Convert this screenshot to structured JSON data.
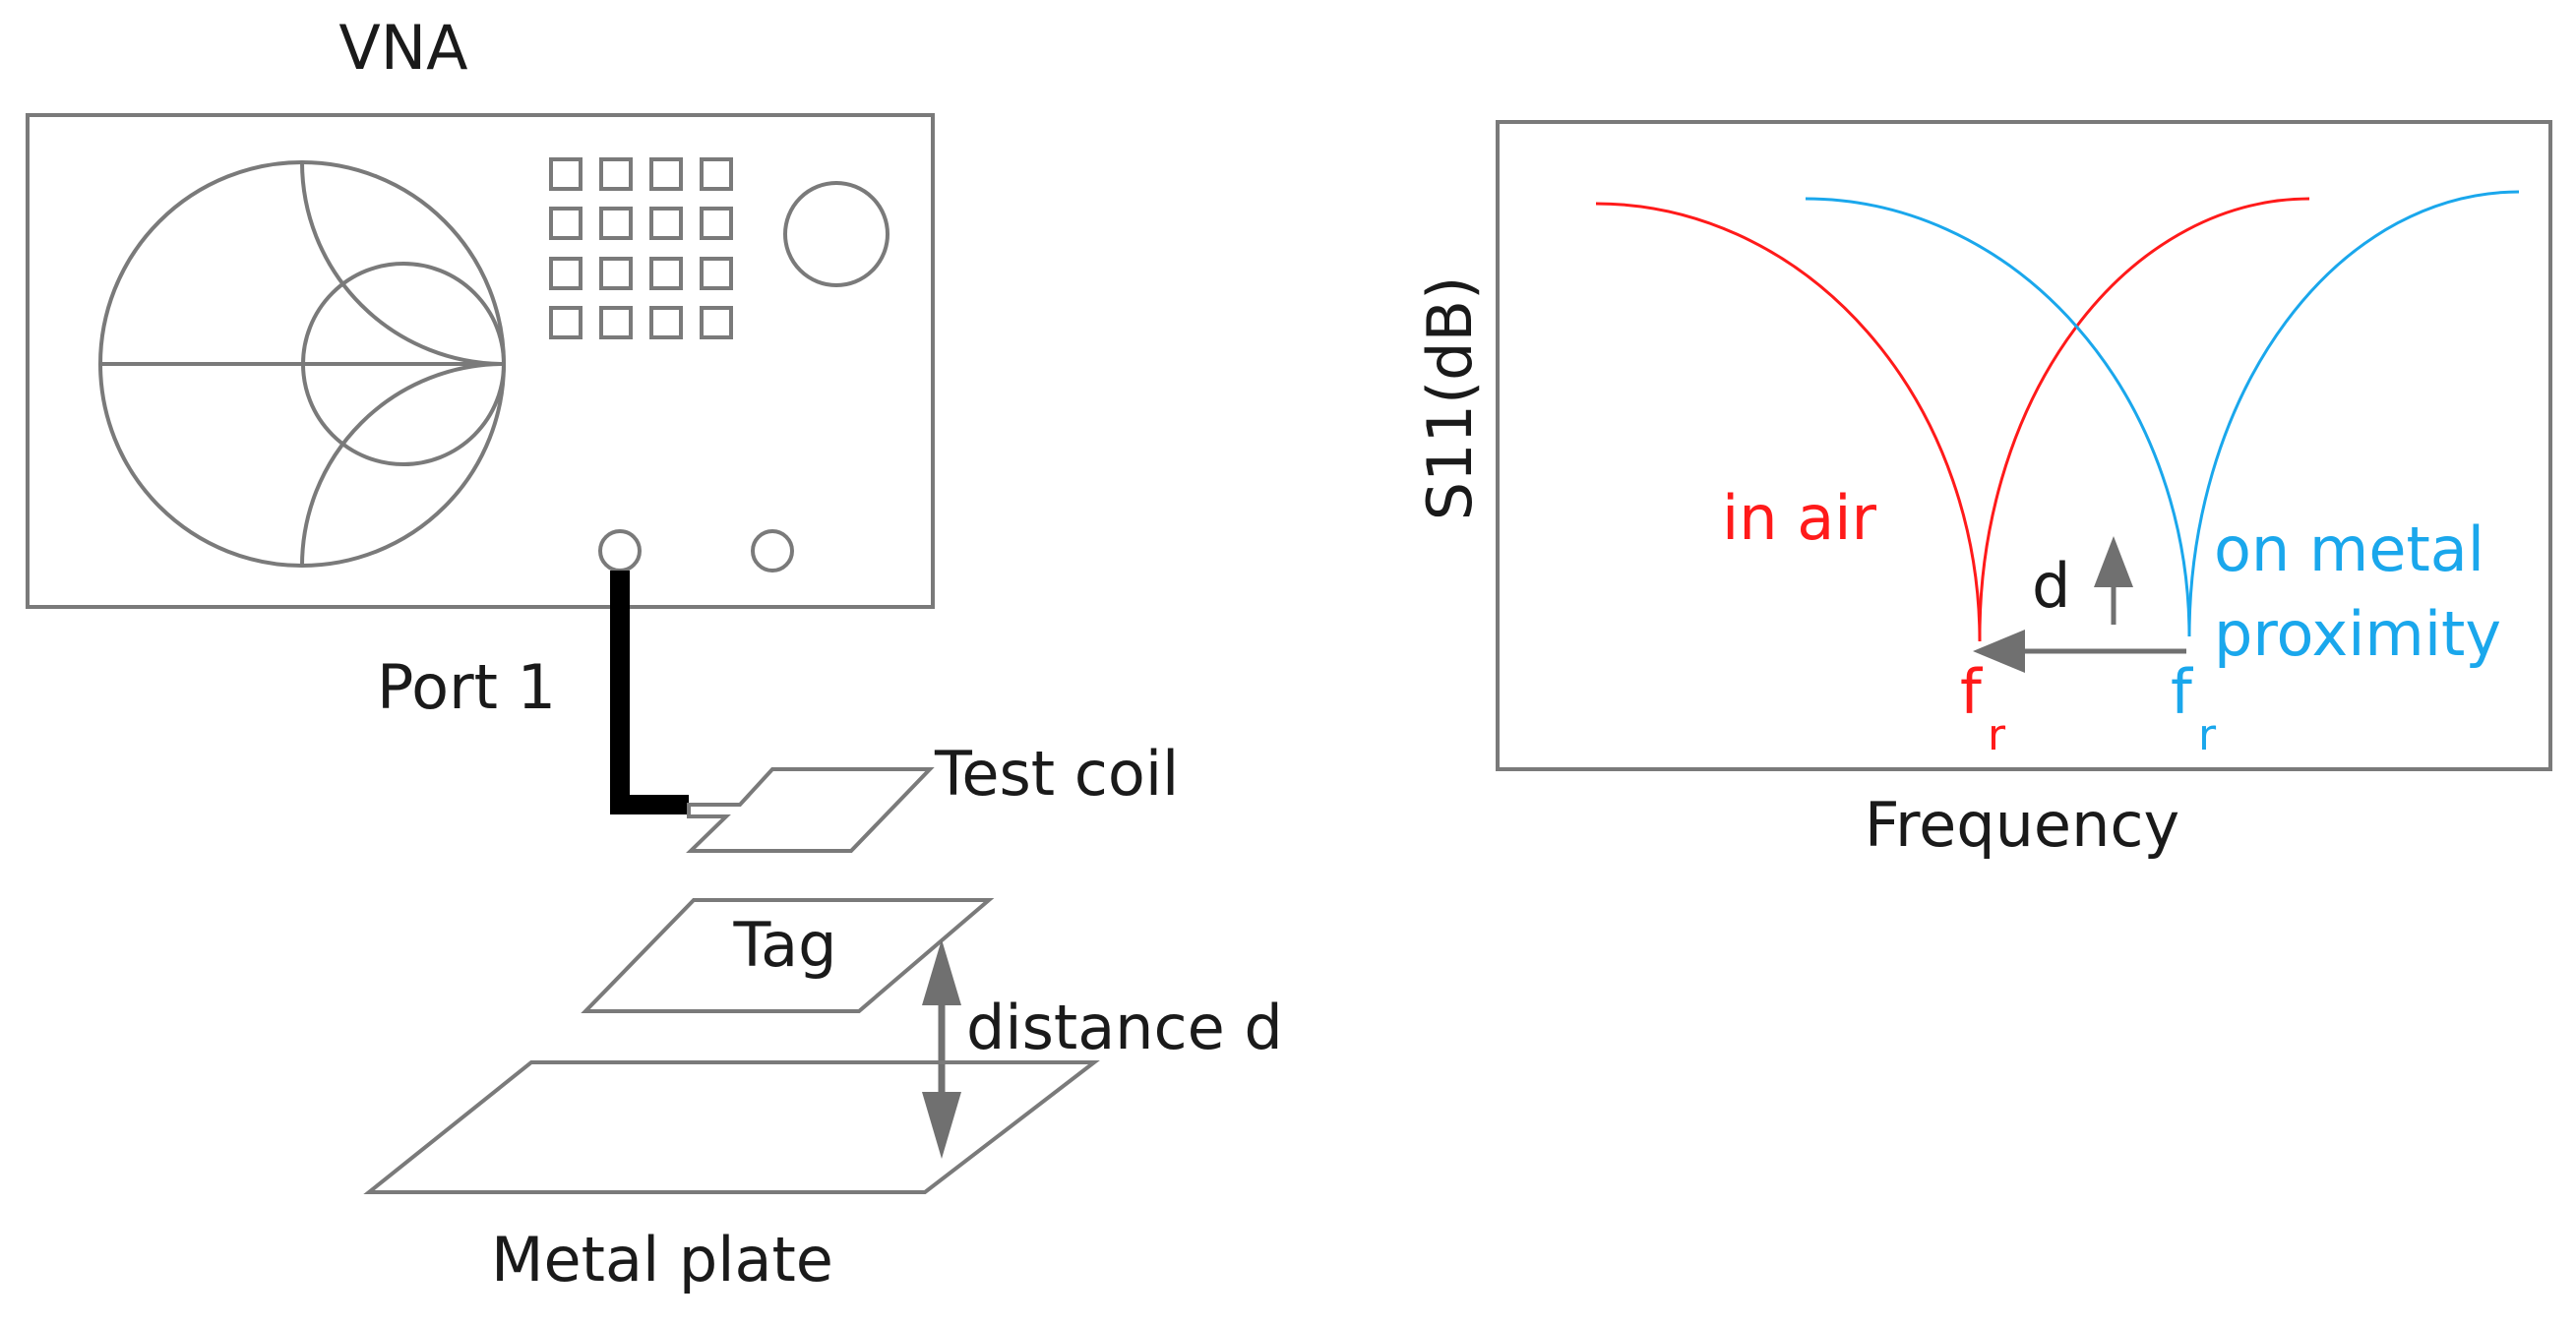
{
  "setup": {
    "vna_label": "VNA",
    "port_label": "Port 1",
    "coil_label": "Test coil",
    "tag_label": "Tag",
    "distance_label": "distance d",
    "plate_label": "Metal plate"
  },
  "plot": {
    "ylabel": "S11(dB)",
    "xlabel": "Frequency",
    "air_label": "in air",
    "metal_label_1": "on metal",
    "metal_label_2": "proximity",
    "shift_label": "d",
    "fr_base": "f",
    "fr_sub": "r"
  },
  "colors": {
    "air": "#ff1a1a",
    "metal": "#1aa7ec",
    "gray": "#7a7a7a",
    "arrow": "#707070"
  }
}
